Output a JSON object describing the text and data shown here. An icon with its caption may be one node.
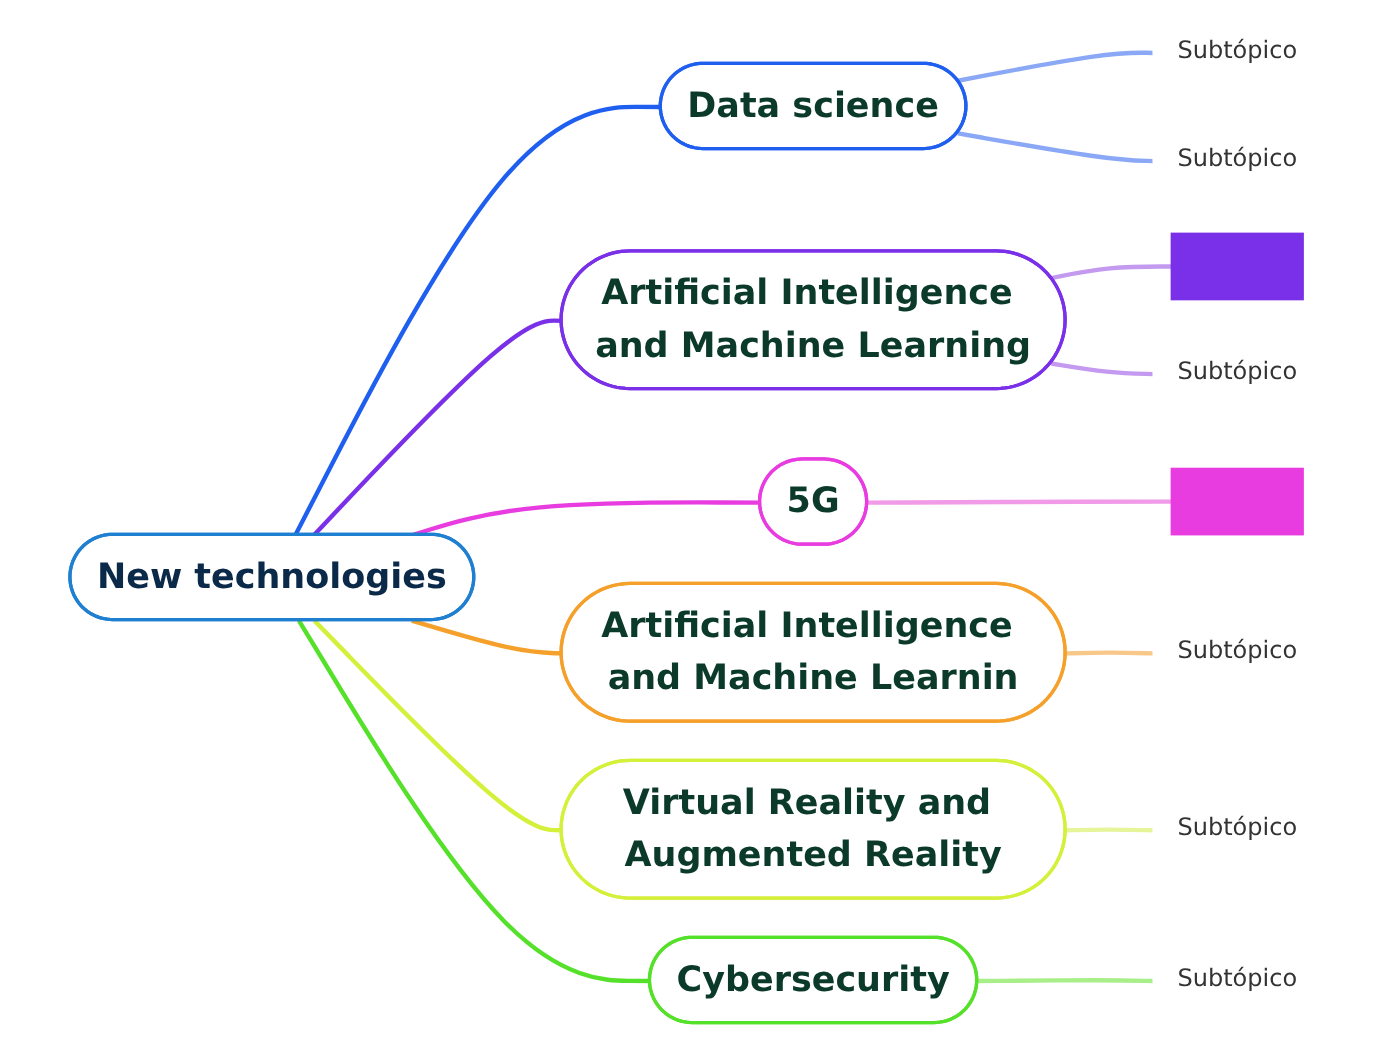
{
  "diagram": {
    "nodes": [
      {
        "text": [
          "New technologies"
        ]
      },
      {
        "text": [
          "Data science"
        ]
      },
      {
        "text": [
          "Subtópico"
        ]
      },
      {
        "text": [
          "Subtópico"
        ]
      },
      {
        "text": [
          "Artificial Intelligence and Machine Learning"
        ]
      },
      {
        "text": [],
        "shape": "bar"
      },
      {
        "text": [
          "Subtópico"
        ]
      },
      {
        "text": [
          "5G"
        ]
      },
      {
        "text": [],
        "shape": "bar"
      },
      {
        "text": [
          "Artificial Intelligence and Machine Learnin"
        ]
      },
      {
        "text": [
          "Subtópico"
        ]
      },
      {
        "text": [
          "Virtual Reality and Augmented Reality"
        ]
      },
      {
        "text": [
          "Subtópico"
        ]
      },
      {
        "text": [
          "Cybersecurity"
        ]
      },
      {
        "text": [
          "Subtópico"
        ]
      }
    ],
    "edges": [
      {
        "from": 0,
        "to": 1,
        "arrow": "none",
        "color": "#1f5ff0"
      },
      {
        "from": 1,
        "to": 2,
        "arrow": "none",
        "color": "#8aa8f5"
      },
      {
        "from": 1,
        "to": 3,
        "arrow": "none",
        "color": "#8aa8f5"
      },
      {
        "from": 0,
        "to": 4,
        "arrow": "none",
        "color": "#7a2fe8"
      },
      {
        "from": 4,
        "to": 5,
        "arrow": "none",
        "color": "#c39af0"
      },
      {
        "from": 4,
        "to": 6,
        "arrow": "none",
        "color": "#c39af0"
      },
      {
        "from": 0,
        "to": 7,
        "arrow": "none",
        "color": "#e83ce0"
      },
      {
        "from": 7,
        "to": 8,
        "arrow": "none",
        "color": "#f09ae8"
      },
      {
        "from": 0,
        "to": 9,
        "arrow": "none",
        "color": "#f5a02a"
      },
      {
        "from": 9,
        "to": 10,
        "arrow": "none",
        "color": "#f8c88a"
      },
      {
        "from": 0,
        "to": 11,
        "arrow": "none",
        "color": "#d4f03a"
      },
      {
        "from": 11,
        "to": 12,
        "arrow": "none",
        "color": "#e6f59a"
      },
      {
        "from": 0,
        "to": 13,
        "arrow": "none",
        "color": "#55e02a"
      },
      {
        "from": 13,
        "to": 14,
        "arrow": "none",
        "color": "#a8ef8a"
      }
    ]
  }
}
